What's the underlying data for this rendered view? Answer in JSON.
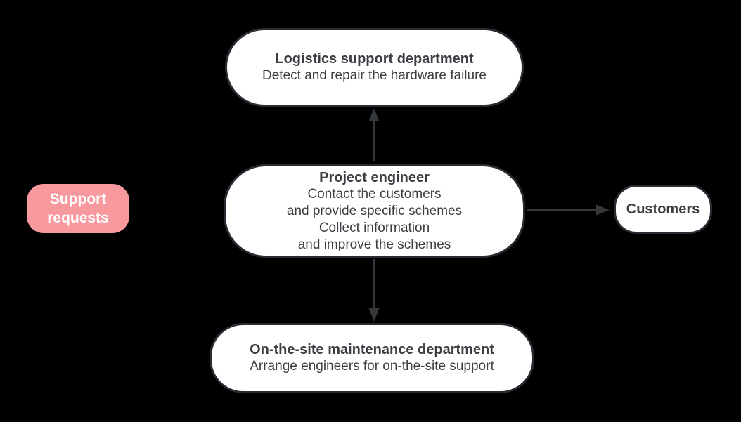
{
  "background": "#000000",
  "colors": {
    "background": "#000000",
    "node_fill": "#ffffff",
    "node_border": "#272c33",
    "text": "#3b3e42",
    "accent": "#f8999e",
    "accent_text": "#ffffff",
    "arrow": "#35383b"
  },
  "nodes": {
    "logistics": {
      "title": "Logistics support department",
      "subtitle": "Detect and repair the hardware failure"
    },
    "engineer": {
      "title": "Project engineer",
      "lines": [
        "Contact the customers",
        "and provide specific schemes",
        "Collect information",
        "and improve the schemes"
      ]
    },
    "support": {
      "lines": [
        "Support",
        "requests"
      ]
    },
    "customers": {
      "title": "Customers"
    },
    "maintenance": {
      "title": "On-the-site maintenance department",
      "subtitle": "Arrange engineers for on-the-site support"
    }
  },
  "arrows": [
    {
      "id": "engineer-to-logistics",
      "from": "engineer",
      "to": "logistics",
      "direction": "up"
    },
    {
      "id": "engineer-to-customers",
      "from": "engineer",
      "to": "customers",
      "direction": "right"
    },
    {
      "id": "engineer-to-maintenance",
      "from": "engineer",
      "to": "maintenance",
      "direction": "down"
    }
  ]
}
